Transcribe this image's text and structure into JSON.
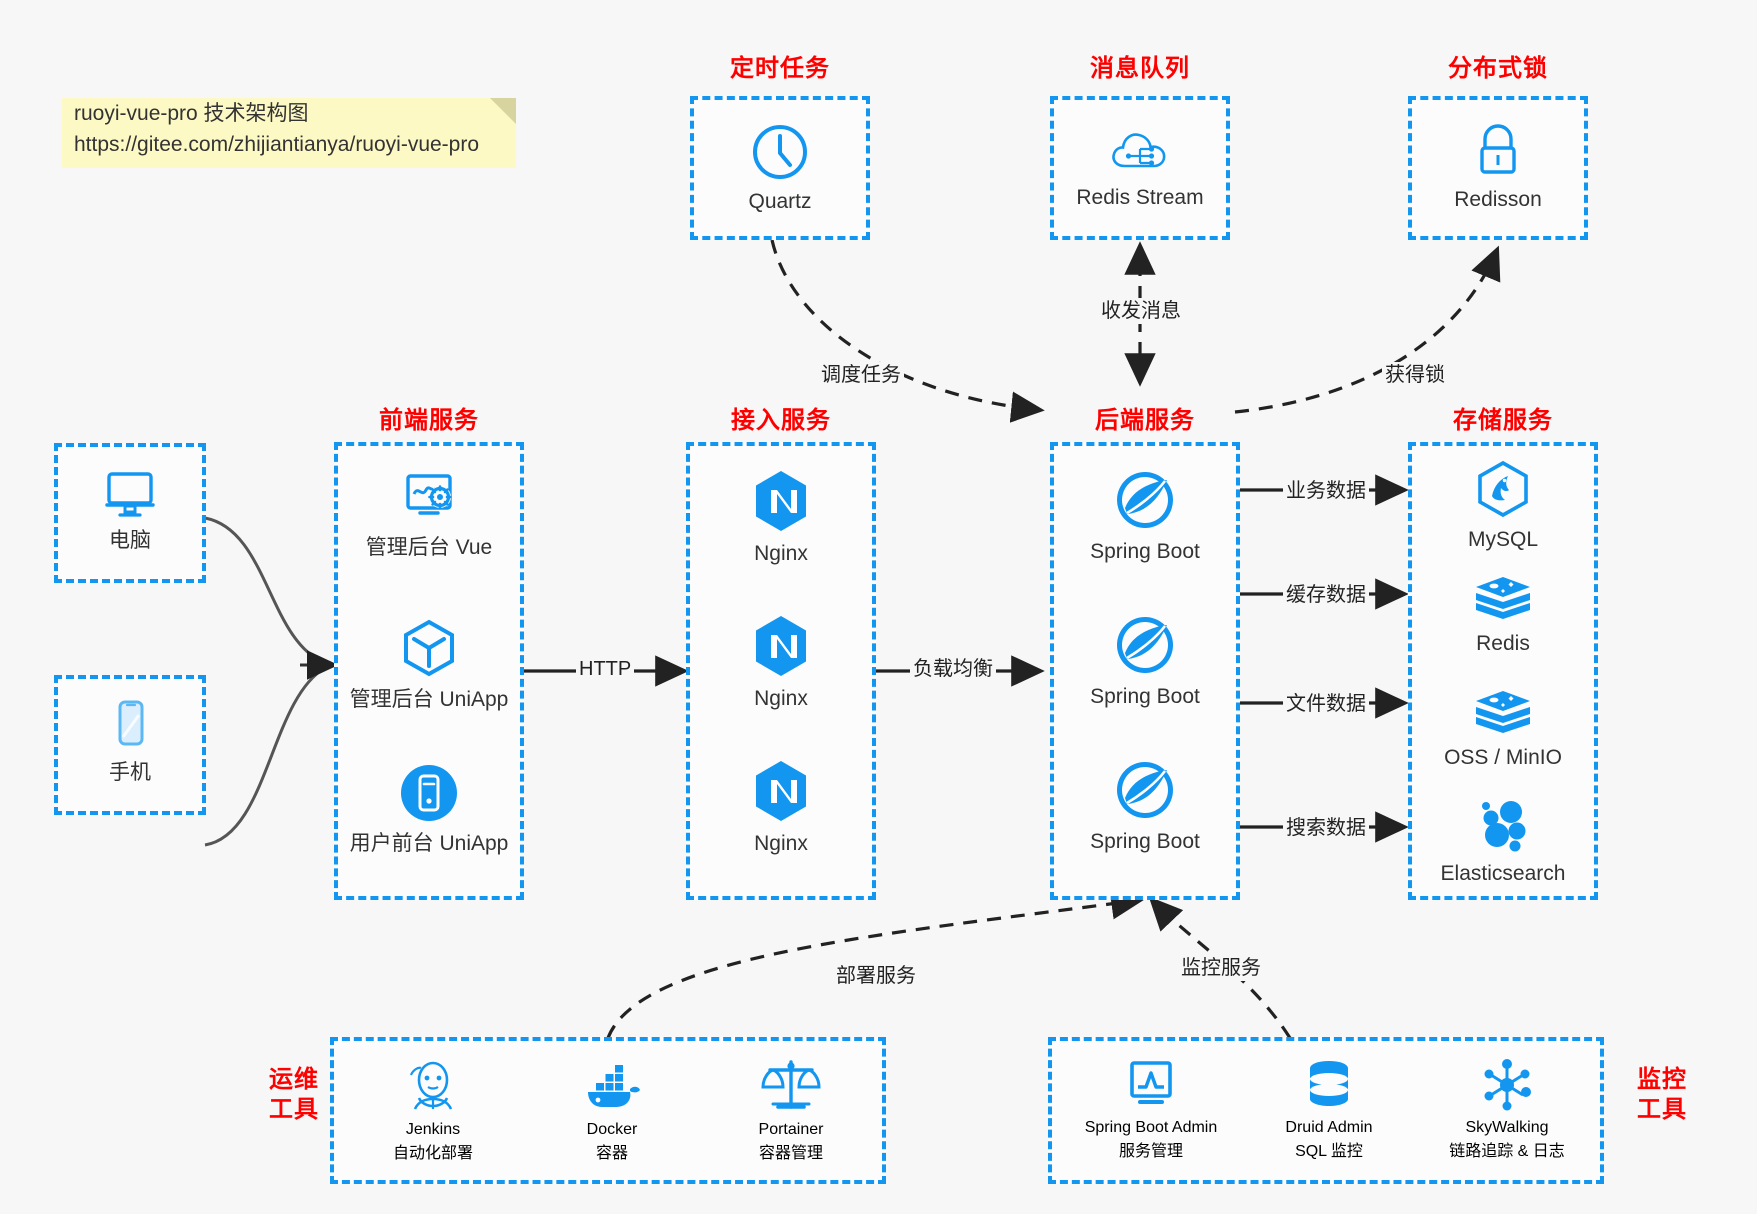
{
  "note": {
    "line1": "ruoyi-vue-pro 技术架构图",
    "line2": "https://gitee.com/zhijiantianya/ruoyi-vue-pro"
  },
  "colors": {
    "accent": "#1296f0",
    "title_red": "#ff0000",
    "background": "#f7f7f7",
    "note_bg": "#fdf9c4",
    "text": "#333333",
    "connector": "#333333",
    "client_connector": "#555555"
  },
  "groups": {
    "scheduled_task": {
      "title": "定时任务",
      "items": [
        {
          "label": "Quartz",
          "icon": "clock-icon"
        }
      ]
    },
    "message_queue": {
      "title": "消息队列",
      "items": [
        {
          "label": "Redis Stream",
          "icon": "cloud-stream-icon"
        }
      ]
    },
    "distributed_lock": {
      "title": "分布式锁",
      "items": [
        {
          "label": "Redisson",
          "icon": "lock-icon"
        }
      ]
    },
    "clients": {
      "items": [
        {
          "label": "电脑",
          "icon": "desktop-icon"
        },
        {
          "label": "手机",
          "icon": "mobile-icon"
        }
      ]
    },
    "frontend": {
      "title": "前端服务",
      "items": [
        {
          "label": "管理后台 Vue",
          "icon": "dashboard-gear-icon"
        },
        {
          "label": "管理后台 UniApp",
          "icon": "cube-icon"
        },
        {
          "label": "用户前台 UniApp",
          "icon": "phone-circle-icon"
        }
      ]
    },
    "gateway": {
      "title": "接入服务",
      "items": [
        {
          "label": "Nginx",
          "icon": "nginx-icon"
        },
        {
          "label": "Nginx",
          "icon": "nginx-icon"
        },
        {
          "label": "Nginx",
          "icon": "nginx-icon"
        }
      ]
    },
    "backend": {
      "title": "后端服务",
      "items": [
        {
          "label": "Spring Boot",
          "icon": "spring-boot-icon"
        },
        {
          "label": "Spring Boot",
          "icon": "spring-boot-icon"
        },
        {
          "label": "Spring Boot",
          "icon": "spring-boot-icon"
        }
      ]
    },
    "storage": {
      "title": "存储服务",
      "items": [
        {
          "label": "MySQL",
          "icon": "mysql-icon"
        },
        {
          "label": "Redis",
          "icon": "redis-icon"
        },
        {
          "label": "OSS / MinIO",
          "icon": "oss-minio-icon"
        },
        {
          "label": "Elasticsearch",
          "icon": "elasticsearch-icon"
        }
      ]
    },
    "devops": {
      "title_line1": "运维",
      "title_line2": "工具",
      "items": [
        {
          "label": "Jenkins",
          "sub": "自动化部署",
          "icon": "jenkins-icon"
        },
        {
          "label": "Docker",
          "sub": "容器",
          "icon": "docker-icon"
        },
        {
          "label": "Portainer",
          "sub": "容器管理",
          "icon": "scales-icon"
        }
      ]
    },
    "monitoring": {
      "title_line1": "监控",
      "title_line2": "工具",
      "items": [
        {
          "label": "Spring Boot Admin",
          "sub": "服务管理",
          "icon": "monitor-chart-icon"
        },
        {
          "label": "Druid Admin",
          "sub": "SQL 监控",
          "icon": "database-icon"
        },
        {
          "label": "SkyWalking",
          "sub": "链路追踪 & 日志",
          "icon": "skywalking-icon"
        }
      ]
    }
  },
  "edges": {
    "http": "HTTP",
    "load_balance": "负载均衡",
    "schedule_task": "调度任务",
    "send_receive_message": "收发消息",
    "acquire_lock": "获得锁",
    "business_data": "业务数据",
    "cache_data": "缓存数据",
    "file_data": "文件数据",
    "search_data": "搜索数据",
    "deploy_service": "部署服务",
    "monitor_service": "监控服务"
  }
}
